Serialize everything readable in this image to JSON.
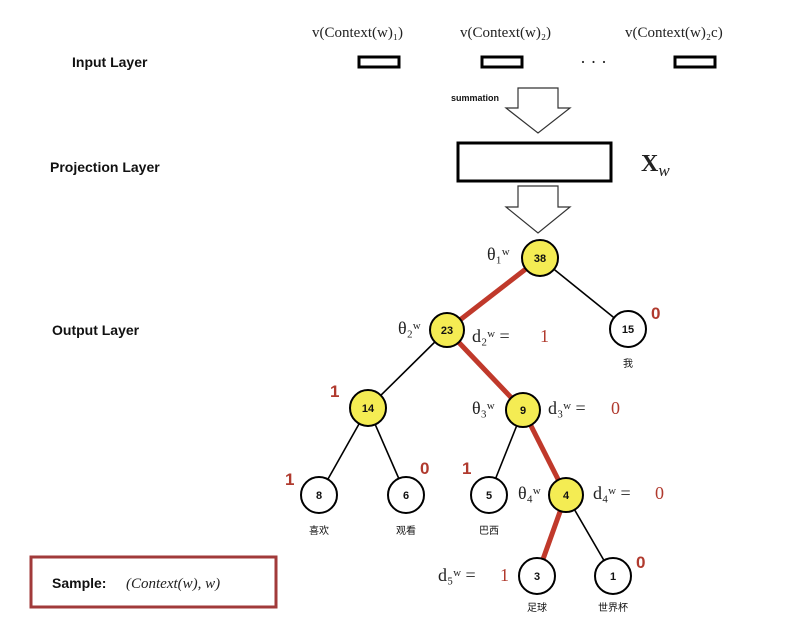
{
  "layers": {
    "input": "Input Layer",
    "projection": "Projection Layer",
    "output": "Output Layer"
  },
  "inputs": {
    "v1": "v(Context(w)₁)",
    "v2": "v(Context(w)₂)",
    "v3": "v(Context(w)₂c)",
    "dots": "· · ·"
  },
  "summation_label": "summation",
  "projection_vector": "X_w",
  "sample": {
    "label": "Sample:",
    "value": "(Context(w), w)"
  },
  "nodes": {
    "n38": "38",
    "n23": "23",
    "n15": "15",
    "n14": "14",
    "n9": "9",
    "n8": "8",
    "n6": "6",
    "n5": "5",
    "n4": "4",
    "n3": "3",
    "n1": "1"
  },
  "leaf_words": {
    "w15": "我",
    "w8": "喜欢",
    "w6": "观看",
    "w5": "巴西",
    "w3": "足球",
    "w1": "世界杯"
  },
  "codes": {
    "c15": "0",
    "c14": "1",
    "c8": "1",
    "c6": "0",
    "c5": "1",
    "c1": "0"
  },
  "params": {
    "theta1": "θ₁ʷ",
    "theta2": "θ₂ʷ",
    "theta3": "θ₃ʷ",
    "theta4": "θ₄ʷ"
  },
  "path_codes": {
    "d2": "d₂ʷ =",
    "d2v": "1",
    "d3": "d₃ʷ =",
    "d3v": "0",
    "d4": "d₄ʷ =",
    "d4v": "0",
    "d5": "d₅ʷ =",
    "d5v": "1"
  },
  "colors": {
    "path": "#c0392b",
    "node_path": "#f4ec53",
    "code": "#b03a2e",
    "box": "#a13a3a"
  }
}
